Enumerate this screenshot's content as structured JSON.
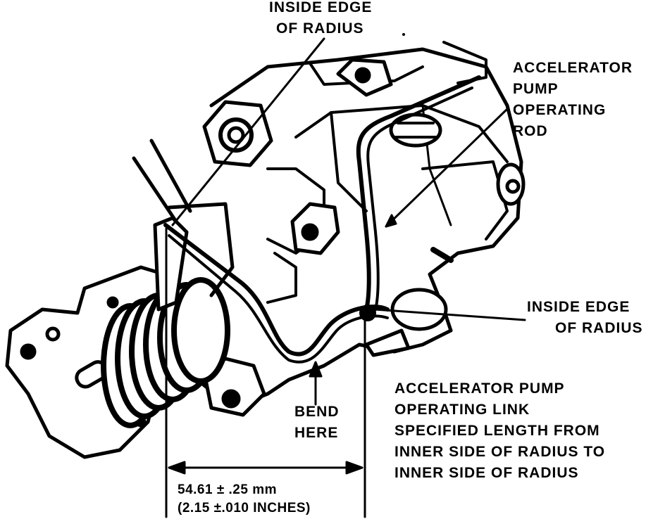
{
  "labels": {
    "inside_edge_top": [
      "INSIDE EDGE",
      "OF RADIUS"
    ],
    "accelerator_pump_rod": [
      "ACCELERATOR",
      "PUMP",
      "OPERATING",
      "ROD"
    ],
    "inside_edge_right": [
      "INSIDE EDGE",
      "OF RADIUS"
    ],
    "bend_here": [
      "BEND",
      "HERE"
    ],
    "pump_link": [
      "ACCELERATOR PUMP",
      "OPERATING LINK",
      "SPECIFIED LENGTH FROM",
      "INNER SIDE OF RADIUS TO",
      "INNER SIDE OF RADIUS"
    ],
    "dimension_metric": "54.61 ± .25 mm",
    "dimension_imperial": "(2.15 ±.010 INCHES)"
  },
  "colors": {
    "ink": "#000000",
    "paper": "#ffffff"
  }
}
